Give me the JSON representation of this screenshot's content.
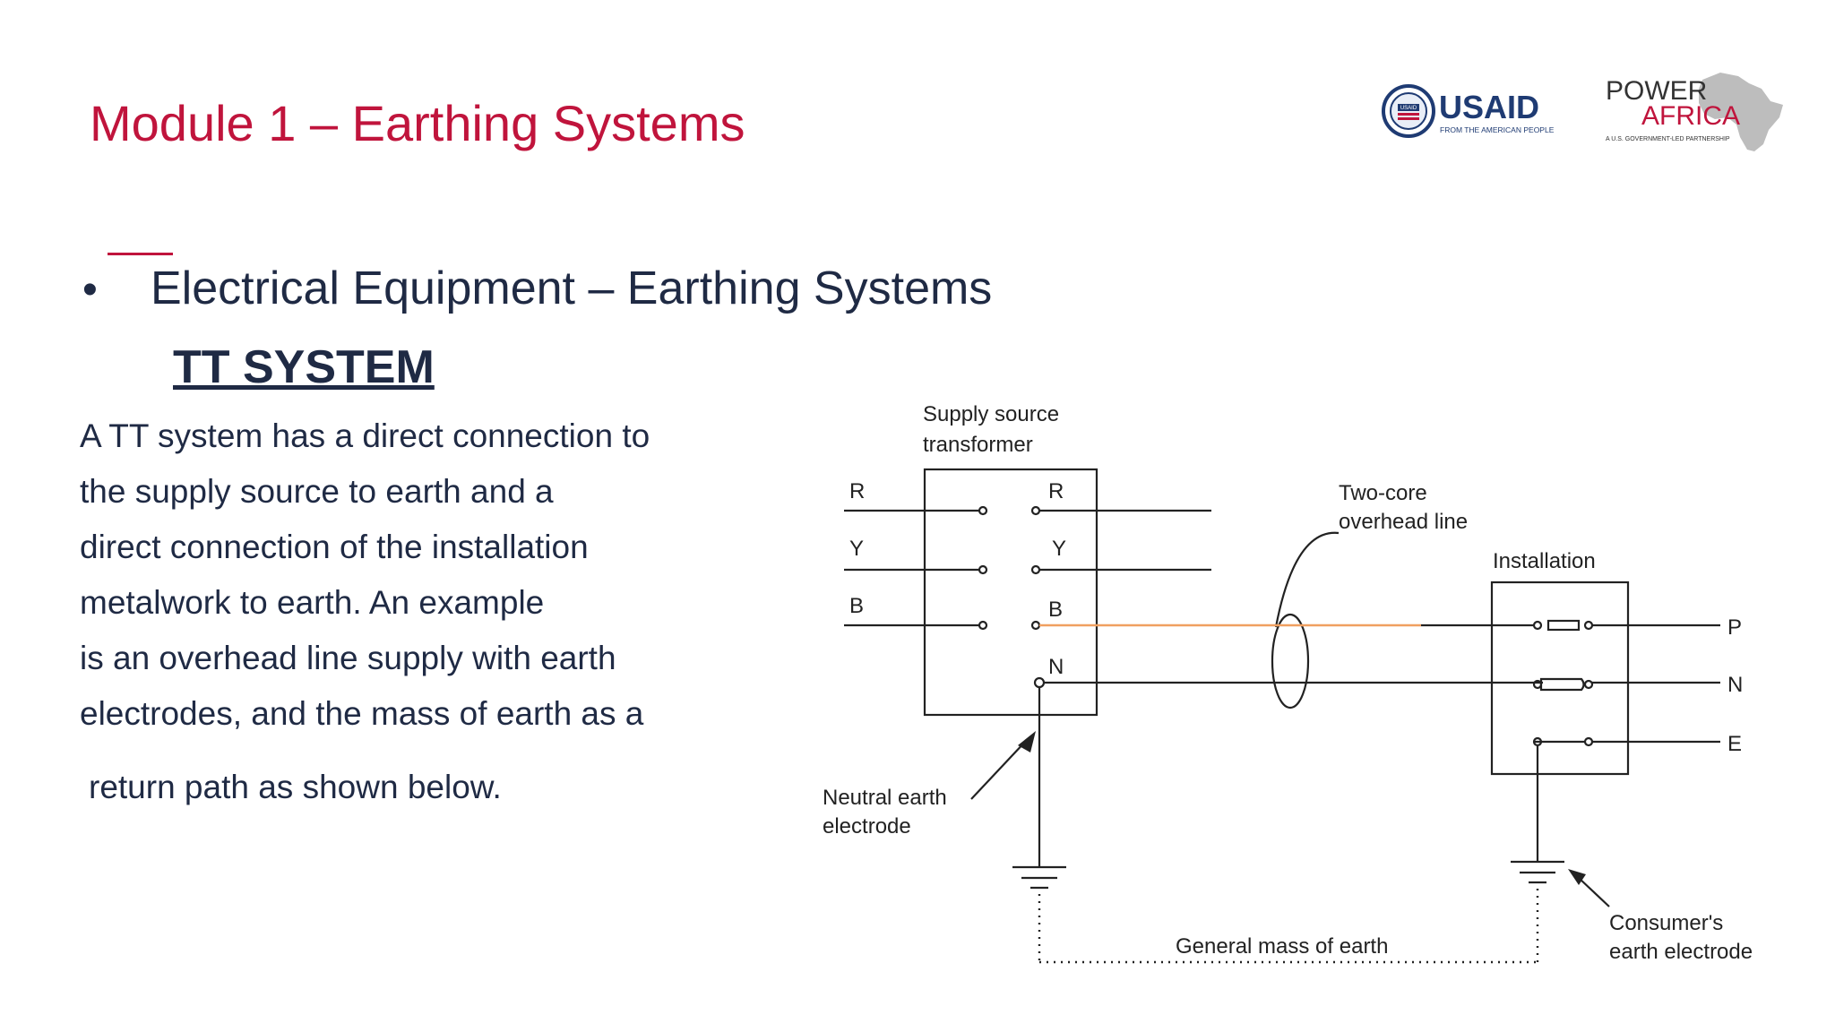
{
  "header": {
    "title": "Module 1 – Earthing Systems",
    "usaid_logo": {
      "brand": "USAID",
      "tagline": "FROM THE AMERICAN PEOPLE",
      "seal_text": "USAID"
    },
    "power_africa_logo": {
      "line1": "POWER",
      "line2": "AFRICA",
      "tagline": "A U.S. GOVERNMENT-LED PARTNERSHIP"
    }
  },
  "content": {
    "bullet": "Electrical Equipment – Earthing Systems",
    "subheading": "TT SYSTEM",
    "paragraph_lines": [
      "A TT system has a direct connection to",
      "the supply source to earth and a",
      "direct connection of the installation",
      "metalwork to earth. An example",
      "is an overhead line supply with earth",
      "electrodes, and the mass of earth as a",
      "return path as shown below."
    ]
  },
  "diagram": {
    "supply_label_line1": "Supply source",
    "supply_label_line2": "transformer",
    "left_labels": [
      "R",
      "Y",
      "B"
    ],
    "right_labels": [
      "R",
      "Y",
      "B",
      "N"
    ],
    "two_core_line1": "Two-core",
    "two_core_line2": "overhead line",
    "installation_label": "Installation",
    "installation_terminals": [
      "P",
      "N",
      "E"
    ],
    "neutral_earth_line1": "Neutral earth",
    "neutral_earth_line2": "electrode",
    "consumer_line1": "Consumer's",
    "consumer_line2": "earth electrode",
    "general_mass": "General mass of earth",
    "colors": {
      "phase_line": "#f0a060",
      "accent": "#c0143c",
      "text": "#1f2a44"
    }
  }
}
